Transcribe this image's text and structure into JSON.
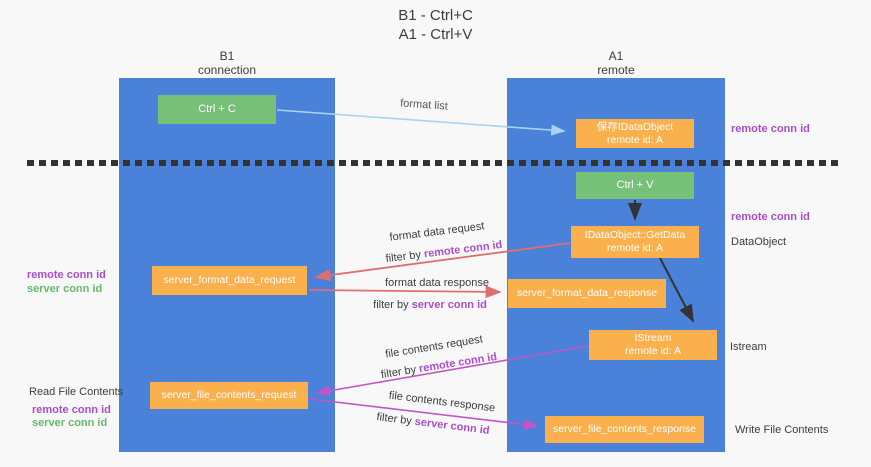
{
  "title": {
    "line1": "B1 - Ctrl+C",
    "line2": "A1 - Ctrl+V"
  },
  "columns": {
    "left": {
      "title": "B1",
      "subtitle": "connection"
    },
    "right": {
      "title": "A1",
      "subtitle": "remote"
    }
  },
  "boxes": {
    "ctrl_c": {
      "label": "Ctrl + C"
    },
    "save_idataobject": {
      "line1": "保存IDataObject",
      "line2": "remote id: A"
    },
    "ctrl_v": {
      "label": "Ctrl + V"
    },
    "getdata": {
      "line1": "IDataObject::GetData",
      "line2": "remote id: A"
    },
    "format_request": {
      "label": "server_format_data_request"
    },
    "format_response": {
      "label": "server_format_data_response"
    },
    "istream": {
      "line1": "IStream",
      "line2": "remote id: A"
    },
    "file_request": {
      "label": "server_file_contents_request"
    },
    "file_response": {
      "label": "server_file_contents_response"
    }
  },
  "flow_labels": {
    "format_list": "format list",
    "format_data_request": "format data request",
    "format_data_response": "format data response",
    "file_contents_request": "file contents request",
    "file_contents_response": "file contents response",
    "filter_by": "filter by ",
    "remote_conn_id": "remote conn id",
    "server_conn_id": "server conn id"
  },
  "side_labels": {
    "left": [
      {
        "text": "remote conn id"
      },
      {
        "text": "server conn id"
      },
      {
        "text": "Read File Contents"
      },
      {
        "text": "remote conn id"
      },
      {
        "text": "server conn id"
      }
    ],
    "right": [
      {
        "text": "remote conn id"
      },
      {
        "text": "remote conn id"
      },
      {
        "text": "DataObject"
      },
      {
        "text": "Istream"
      },
      {
        "text": "Write File Contents"
      }
    ]
  },
  "colors": {
    "column_blue": "#4a82d9",
    "box_green": "#77c077",
    "box_orange": "#fbb04e",
    "arrow_light_blue": "#a8d4f2",
    "arrow_salmon": "#e06e6e",
    "arrow_magenta": "#c455c4",
    "arrow_black": "#333333",
    "text_purple": "#a94ecb",
    "text_green": "#64ba6a",
    "text_dark": "#3c3c3c",
    "background": "#f8f8f8"
  }
}
